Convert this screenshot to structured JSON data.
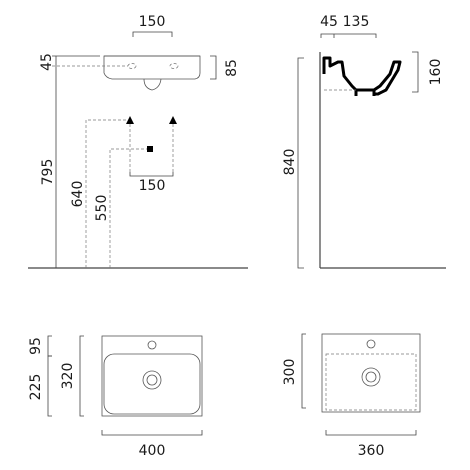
{
  "front_view": {
    "labels": {
      "top_width": "150",
      "rim_offset": "45",
      "basin_height": "85",
      "rim_height": "795",
      "supply_height": "640",
      "waste_height": "550",
      "supply_spacing": "150"
    }
  },
  "side_view": {
    "labels": {
      "wall_offset": "45",
      "depth": "135",
      "basin_height": "160",
      "rim_height": "840"
    }
  },
  "plan_view_front": {
    "labels": {
      "back_depth": "95",
      "total_depth": "320",
      "bowl_depth": "225",
      "width": "400"
    }
  },
  "plan_view_side": {
    "labels": {
      "depth": "300",
      "width": "360"
    }
  }
}
